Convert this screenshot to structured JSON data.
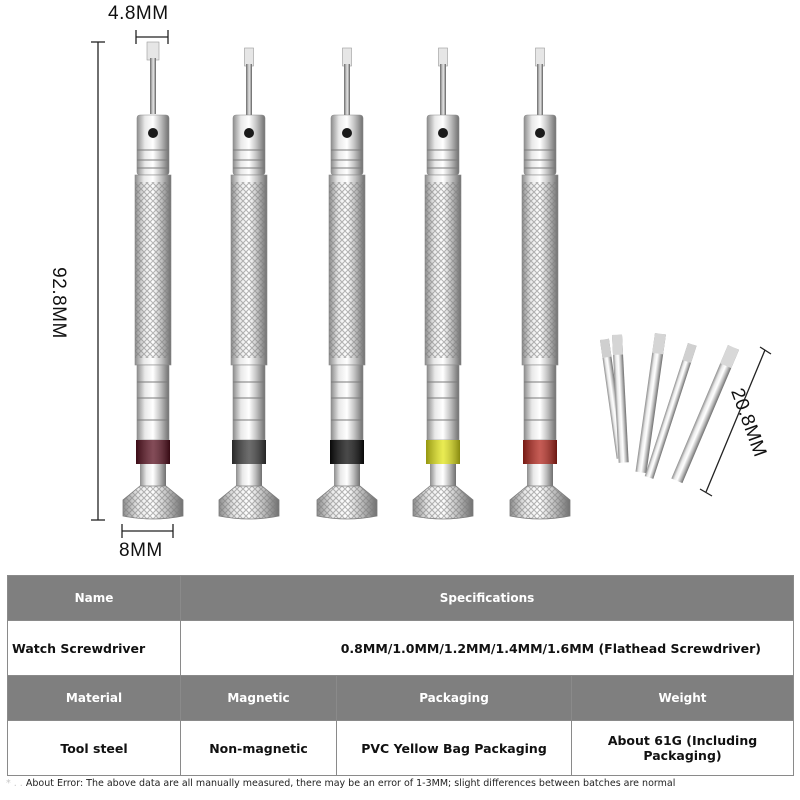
{
  "dimensions": {
    "tip_width": "4.8MM",
    "total_length": "92.8MM",
    "base_diameter": "8MM",
    "bit_length": "20.8MM"
  },
  "colors": {
    "band_1": "#5a1020",
    "band_2": "#3c3c3c",
    "band_3": "#0d0d0d",
    "band_4": "#e3e619",
    "band_5": "#b3261c",
    "table_header": "#7f7f7f"
  },
  "table": {
    "header_1": {
      "name": "Name",
      "specifications": "Specifications"
    },
    "row_1": {
      "name": "Watch Screwdriver",
      "specifications": "0.8MM/1.0MM/1.2MM/1.4MM/1.6MM (Flathead Screwdriver)"
    },
    "header_2": {
      "material": "Material",
      "magnetic": "Magnetic",
      "packaging": "Packaging",
      "weight": "Weight"
    },
    "row_2": {
      "material": "Tool steel",
      "magnetic": "Non-magnetic",
      "packaging": "PVC Yellow Bag Packaging",
      "weight": "About 61G (Including Packaging)"
    }
  },
  "footnote": "About Error: The above data are all manually measured, there may be an error of 1-3MM; slight differences between batches are normal"
}
